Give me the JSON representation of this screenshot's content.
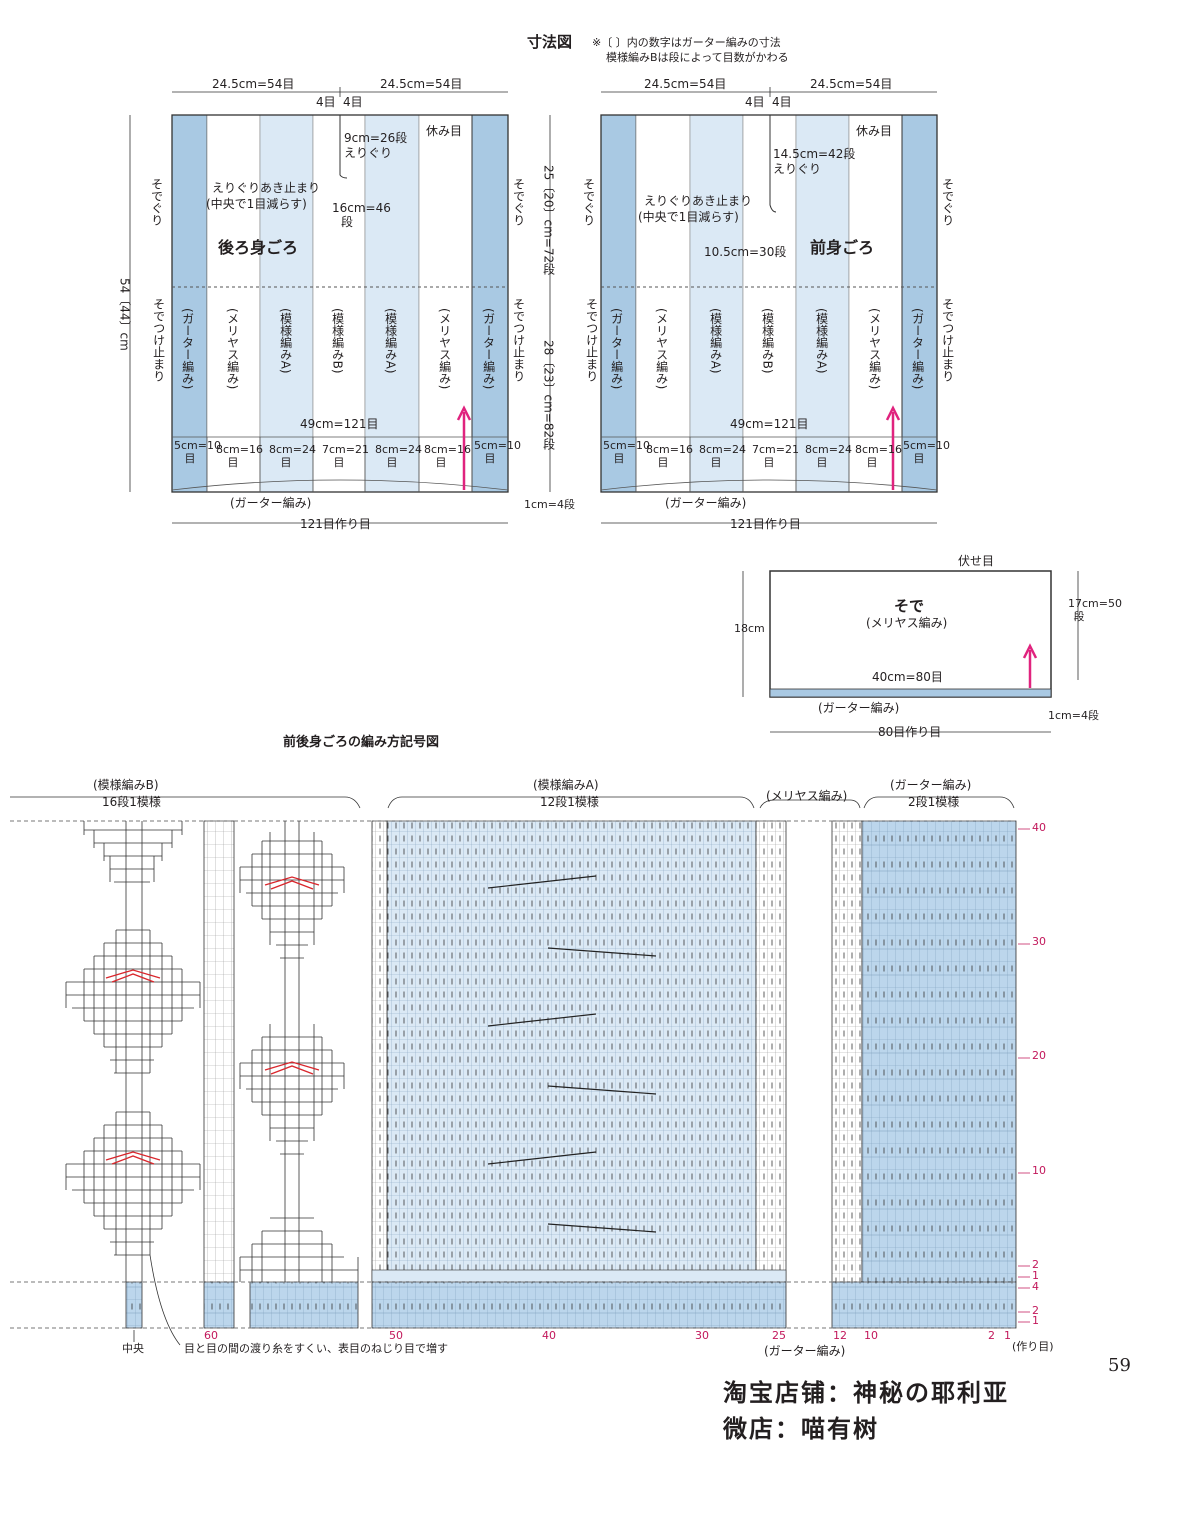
{
  "header": {
    "title": "寸法図",
    "note1": "※〔 〕内の数字はガーター編みの寸法",
    "note2": "模様編みBは段によって目数がかわる"
  },
  "back": {
    "top_left": "24.5cm=54目",
    "top_right": "24.5cm=54目",
    "four_a": "4目",
    "four_b": "4目",
    "neck": "9cm=26段",
    "neck2": "えりぐり",
    "rest": "休み目",
    "neck_open": "えりぐりあき止まり",
    "neck_open2": "(中央で1目減らす)",
    "depth": "16cm=46段",
    "name": "後ろ身ごろ",
    "armhole": "そでぐり",
    "sleeve_stop": "そでつけ止まり",
    "height": "54〔44〕cm",
    "strips": [
      "(ガーター編み)",
      "(メリヤス編み)",
      "(模様編みA)",
      "(模様編みB)",
      "(模様編みA)",
      "(メリヤス編み)",
      "(ガーター編み)"
    ],
    "width": "49cm=121目",
    "cols": [
      "5cm=10目",
      "8cm=16目",
      "8cm=24目",
      "7cm=21目",
      "8cm=24目",
      "8cm=16目",
      "5cm=10目"
    ],
    "garter": "(ガーター編み)",
    "cast_on": "121目作り目"
  },
  "middle": {
    "upper": "25〔20〕cm=72段",
    "lower": "28〔23〕cm=82段",
    "gauge": "1cm=4段"
  },
  "front": {
    "top_left": "24.5cm=54目",
    "top_right": "24.5cm=54目",
    "four_a": "4目",
    "four_b": "4目",
    "neck": "14.5cm=42段",
    "neck2": "えりぐり",
    "rest": "休み目",
    "neck_open": "えりぐりあき止まり",
    "neck_open2": "(中央で1目減らす)",
    "depth": "10.5cm=30段",
    "name": "前身ごろ",
    "armhole": "そでぐり",
    "sleeve_stop": "そでつけ止まり",
    "strips": [
      "(ガーター編み)",
      "(メリヤス編み)",
      "(模様編みA)",
      "(模様編みB)",
      "(模様編みA)",
      "(メリヤス編み)",
      "(ガーター編み)"
    ],
    "width": "49cm=121目",
    "cols": [
      "5cm=10目",
      "8cm=16目",
      "8cm=24目",
      "7cm=21目",
      "8cm=24目",
      "8cm=16目",
      "5cm=10目"
    ],
    "garter": "(ガーター編み)",
    "cast_on": "121目作り目"
  },
  "sleeve": {
    "bind_off": "伏せ目",
    "name": "そで",
    "sub": "(メリヤス編み)",
    "height": "18cm",
    "right": "17cm=50段",
    "width": "40cm=80目",
    "garter": "(ガーター編み)",
    "gauge": "1cm=4段",
    "cast_on": "80目作り目"
  },
  "chart": {
    "title": "前後身ごろの編み方記号図",
    "b_label": "(模様編みB)",
    "b_sub": "16段1模様",
    "a_label": "(模様編みA)",
    "a_sub": "12段1模様",
    "stock_label": "(メリヤス編み)",
    "garter_label": "(ガーター編み)",
    "garter_sub": "2段1模様",
    "row_labels": [
      "40",
      "30",
      "20",
      "10",
      "2",
      "1",
      "4",
      "2",
      "1"
    ],
    "col_labels": [
      "60",
      "50",
      "40",
      "30",
      "25",
      "12",
      "10",
      "2",
      "1"
    ],
    "cast_on": "(作り目)",
    "center": "中央",
    "increase_note": "目と目の間の渡り糸をすくい、表目のねじり目で増す",
    "garter_bottom": "(ガーター編み)"
  },
  "page_number": "59",
  "watermark": {
    "line1": "淘宝店铺：神秘の耶利亚",
    "line2": "微店：喵有树"
  },
  "colors": {
    "light_blue": "#dbe9f5",
    "mid_blue": "#a9c9e3",
    "pink": "#e0237e",
    "red": "#d9262c"
  }
}
